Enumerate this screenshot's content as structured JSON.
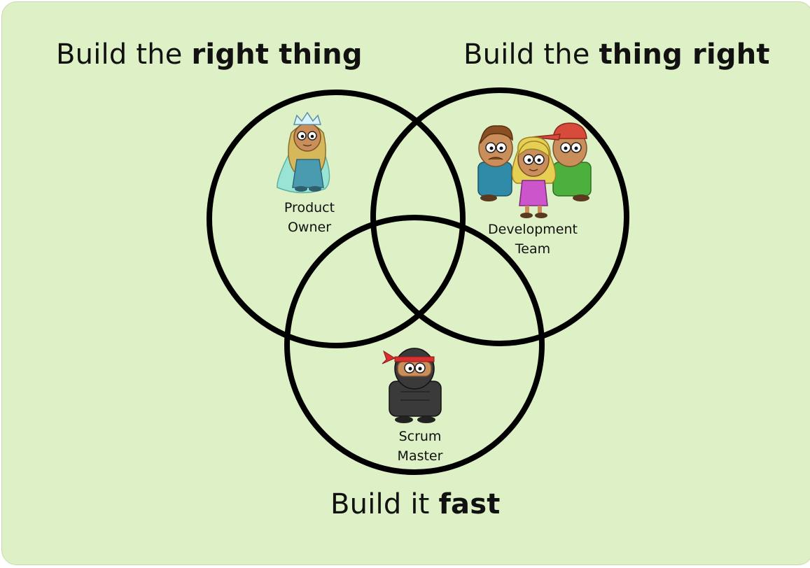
{
  "headings": {
    "right_thing": {
      "prefix": "Build the ",
      "bold": "right thing"
    },
    "thing_right": {
      "prefix": "Build the ",
      "bold": "thing right"
    },
    "fast": {
      "prefix": "Build it ",
      "bold": "fast"
    }
  },
  "roles": {
    "product_owner": {
      "line1": "Product",
      "line2": "Owner",
      "icon": "princess-icon"
    },
    "development_team": {
      "line1": "Development",
      "line2": "Team",
      "icon": "team-icon"
    },
    "scrum_master": {
      "line1": "Scrum",
      "line2": "Master",
      "icon": "ninja-icon"
    }
  },
  "colors": {
    "background": "#def0c5",
    "circle_stroke": "#000000"
  }
}
